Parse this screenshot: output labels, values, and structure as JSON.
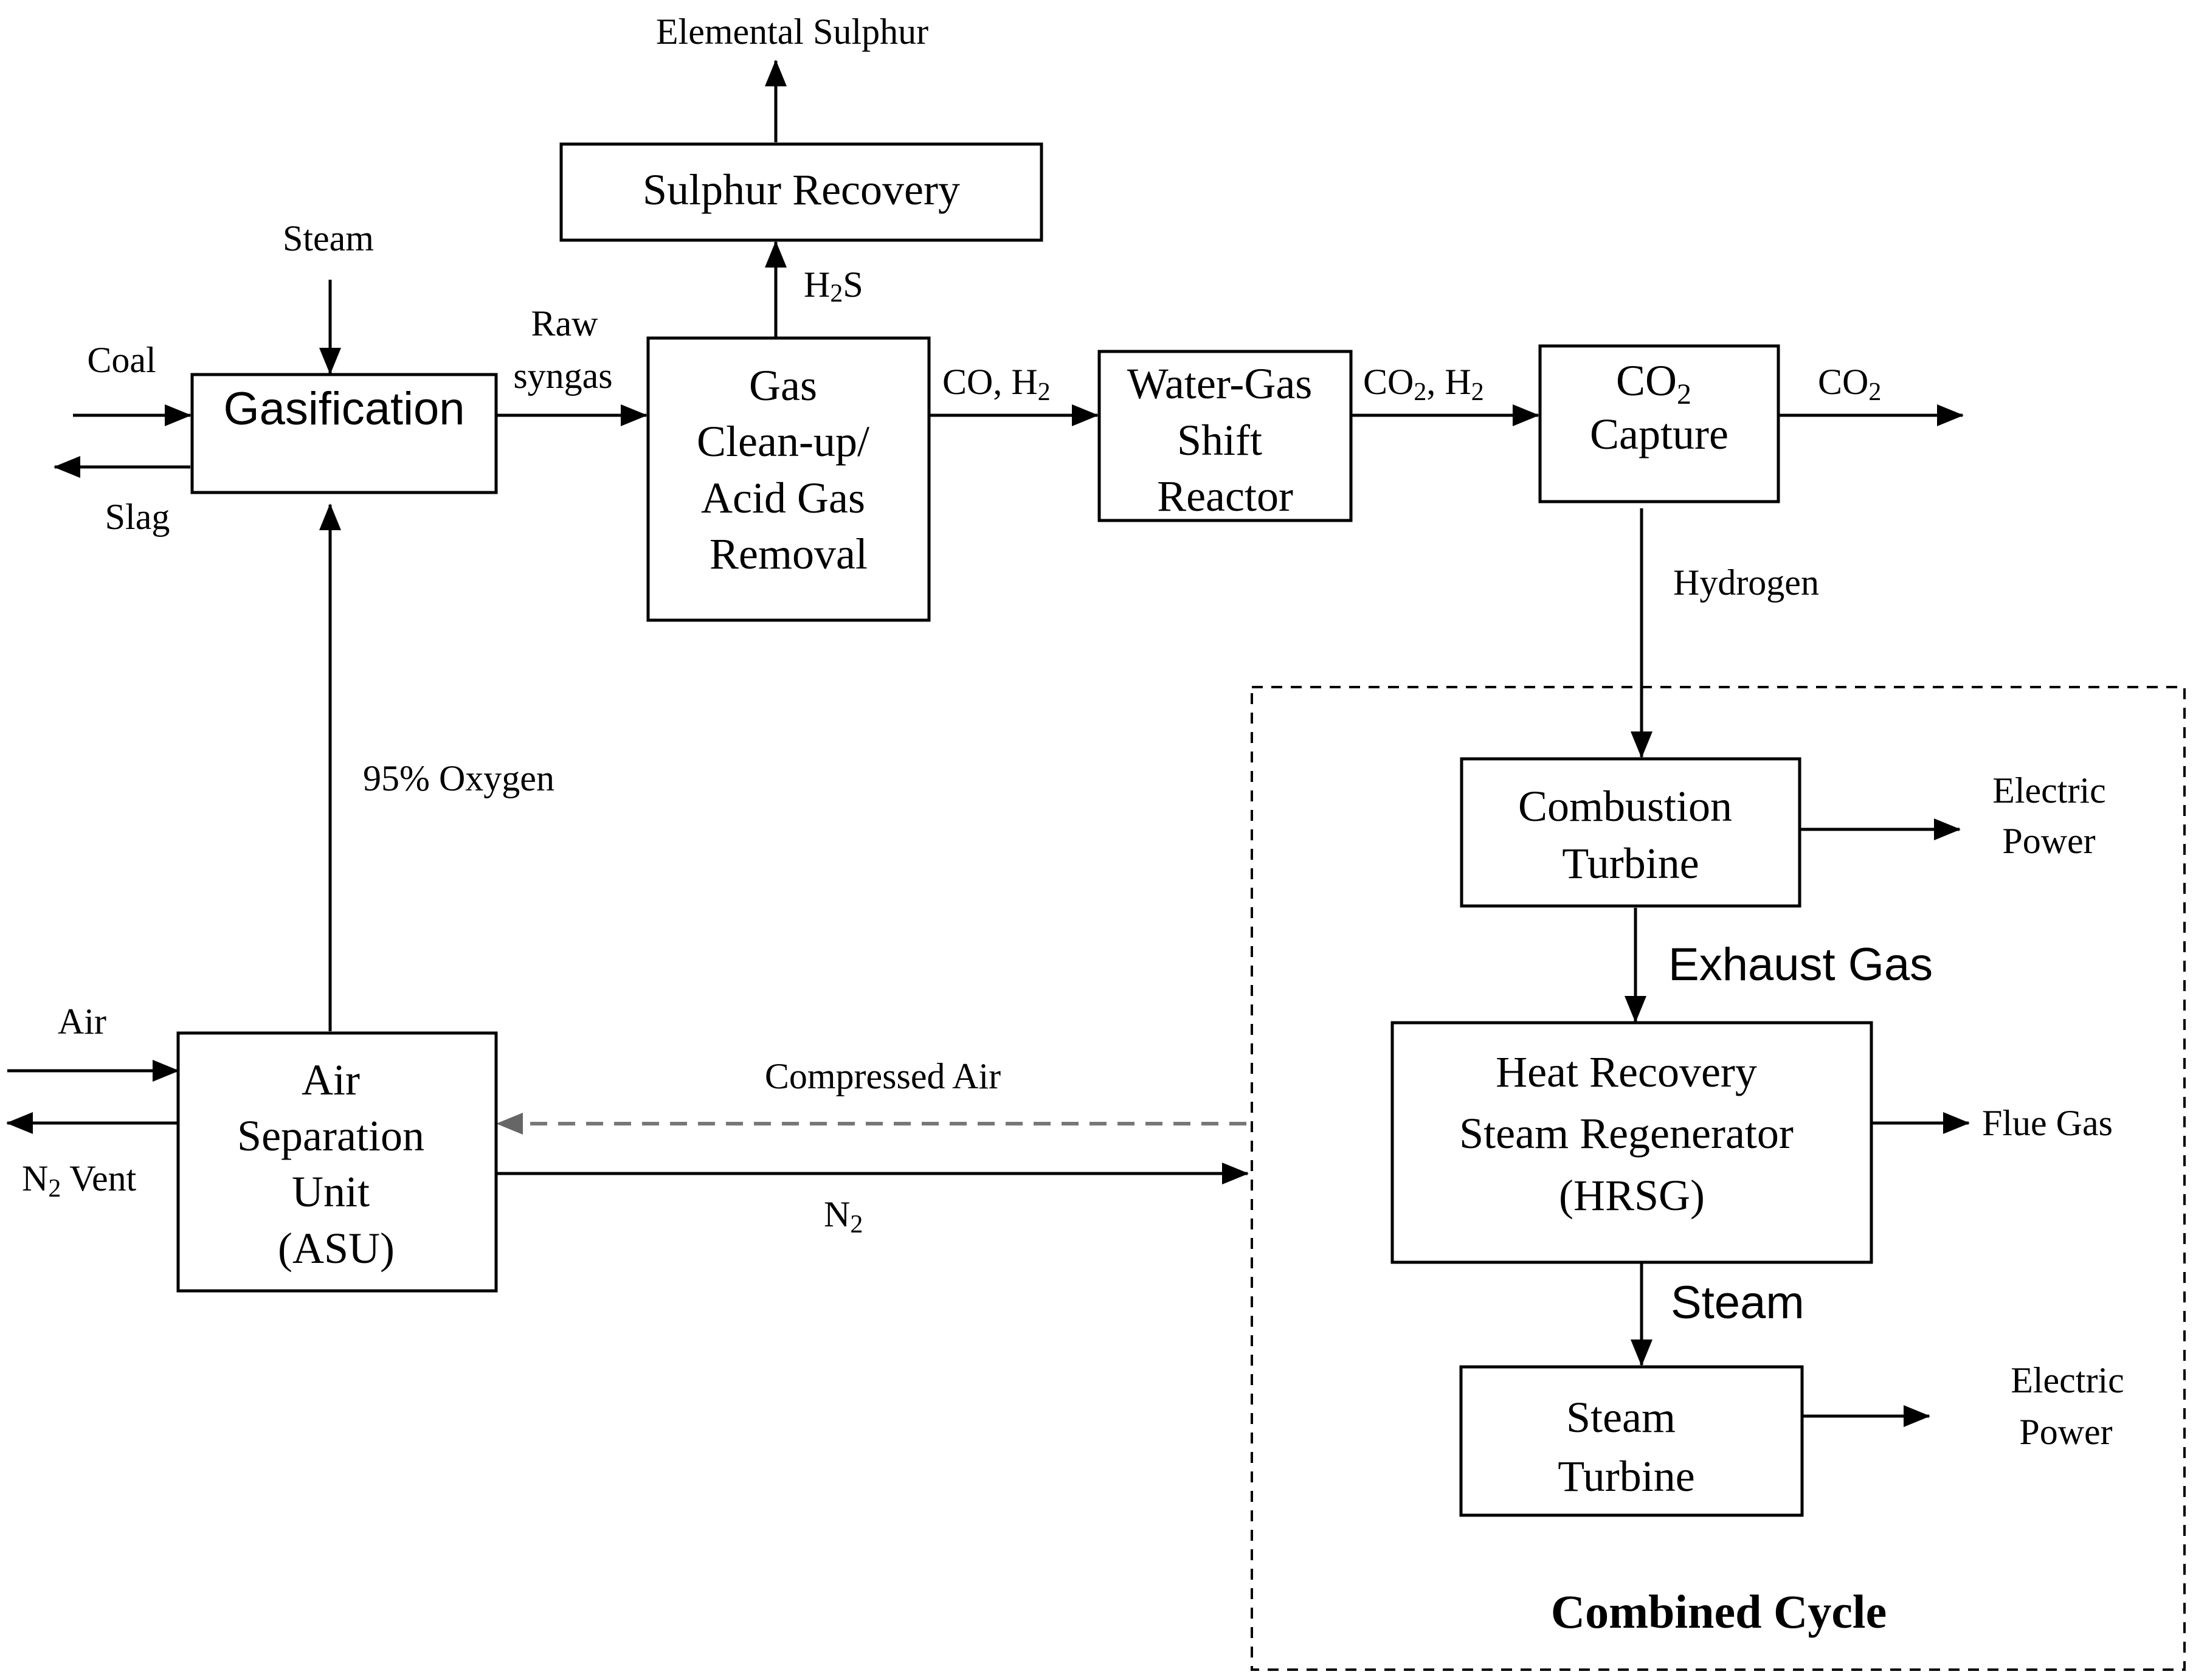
{
  "blocks": {
    "gasification": "Gasification",
    "sulphur_recovery": "Sulphur Recovery",
    "gas_cleanup": [
      "Gas",
      "Clean-up/",
      "Acid Gas",
      "Removal"
    ],
    "water_gas_shift": [
      "Water-Gas",
      "Shift",
      "Reactor"
    ],
    "co2_capture": [
      "CO",
      "2",
      "Capture"
    ],
    "combustion_turbine": [
      "Combustion",
      "Turbine"
    ],
    "hrsg": [
      "Heat Recovery",
      "Steam Regenerator",
      "(HRSG)"
    ],
    "steam_turbine": [
      "Steam",
      "Turbine"
    ],
    "asu": [
      "Air",
      "Separation",
      "Unit",
      "(ASU)"
    ]
  },
  "streams": {
    "elemental_sulphur": "Elemental Sulphur",
    "steam_in": "Steam",
    "coal": "Coal",
    "slag": "Slag",
    "raw_syngas": [
      "Raw",
      "syngas"
    ],
    "h2s": [
      "H",
      "2",
      "S"
    ],
    "co_h2": [
      "CO, H",
      "2"
    ],
    "co2_h2": [
      "CO",
      "2",
      ", H",
      "2"
    ],
    "co2_out": [
      "CO",
      "2"
    ],
    "hydrogen": "Hydrogen",
    "oxygen": "95% Oxygen",
    "electric_power_1": [
      "Electric",
      "Power"
    ],
    "exhaust_gas": "Exhaust Gas",
    "flue_gas": "Flue Gas",
    "steam_hrsg": "Steam",
    "electric_power_2": [
      "Electric",
      "Power"
    ],
    "air": "Air",
    "compressed_air": "Compressed Air",
    "n2_vent": [
      "N",
      "2",
      " Vent"
    ],
    "n2": [
      "N",
      "2"
    ]
  },
  "region": {
    "combined_cycle": "Combined  Cycle"
  }
}
